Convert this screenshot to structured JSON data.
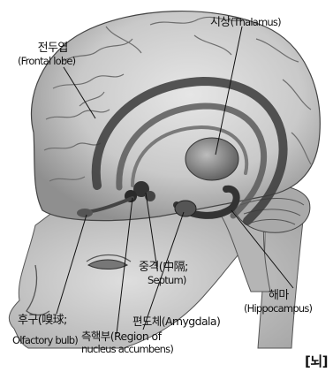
{
  "labels": {
    "thalamus": {
      "ko": "시상",
      "en": "(Thalamus)"
    },
    "frontal_lobe": {
      "ko": "전두엽",
      "en": "(Frontal lobe)"
    },
    "septum": {
      "ko": "중격(中隔;",
      "en": "Septum)"
    },
    "hippocampus": {
      "ko": "해마",
      "en": "(Hippocampus)"
    },
    "olfactory_bulb": {
      "ko": "후구(嗅球;",
      "en": "Olfactory bulb)"
    },
    "amygdala": {
      "text": "편도체(Amygdala)"
    },
    "nucleus_accumbens": {
      "ko": "측핵부(Region of",
      "en": "nucleus accumbens)"
    }
  },
  "caption": "[뇌]"
}
